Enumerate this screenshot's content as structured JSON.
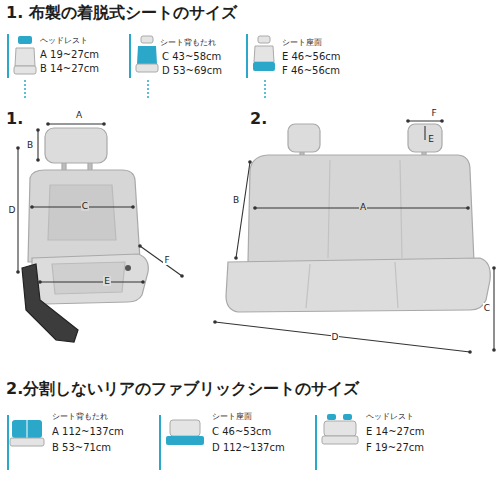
{
  "diagram": {
    "title": "1. 布製の着脱式シートのサイズ",
    "labels": [
      "ヘッドレスト",
      "A 19~27cm",
      "B 14~27cm",
      "シート背もたれ",
      "C 43~58cm",
      "D 53~69cm",
      "シート座面",
      "E 46~56cm",
      "F 46~56cm",
      "1.",
      "A",
      "B",
      "C",
      "D",
      "E",
      "F",
      "2.",
      "F",
      "E",
      "B",
      "A",
      "C",
      "D",
      "2.分割しないリアのファブリックシートのサイズ",
      "シート背もたれ",
      "A 112~137cm",
      "B 53~71cm",
      "シート座面",
      "C 46~53cm",
      "D 112~137cm",
      "ヘッドレスト",
      "E 14~27cm",
      "F 19~27cm"
    ]
  }
}
